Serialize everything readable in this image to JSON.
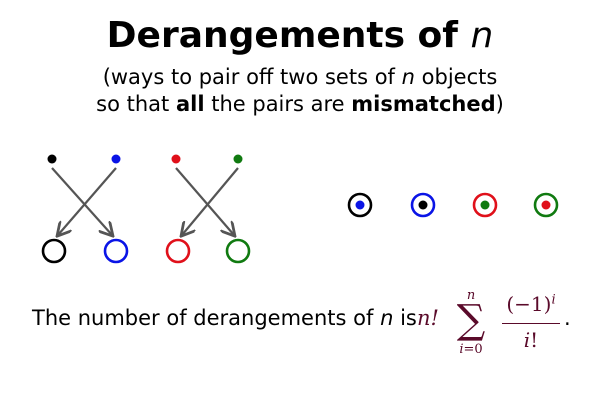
{
  "title": {
    "main": "Derangements of",
    "var": "n"
  },
  "subtitle": {
    "line1_pre": "(ways to pair off two sets of",
    "line1_var": "n",
    "line1_post": "objects",
    "line2_pre": "so that",
    "line2_bold1": "all",
    "line2_mid": "the pairs are",
    "line2_bold2": "mismatched",
    "line2_post": ")"
  },
  "formula": {
    "lead_pre": "The number of derangements of",
    "lead_var": "n",
    "lead_post": "is",
    "factorial": "n!",
    "sum_upper": "n",
    "sum_symbol": "∑",
    "sum_lower_var": "i",
    "sum_lower_rest": "=0",
    "numerator": "(−1)",
    "numerator_exp": "i",
    "denominator_var": "i",
    "denominator_rest": "!",
    "period": "."
  },
  "colors": {
    "black": "#000000",
    "blue": "#0a14e6",
    "red": "#e0101a",
    "green": "#107a10",
    "arrow": "#555555",
    "math": "#5a0a2a"
  },
  "diagram": {
    "objects": [
      {
        "name": "black",
        "color": "black"
      },
      {
        "name": "blue",
        "color": "blue"
      },
      {
        "name": "red",
        "color": "red"
      },
      {
        "name": "green",
        "color": "green"
      }
    ],
    "mapping": [
      1,
      0,
      3,
      2
    ],
    "pairs": [
      {
        "ring": "black",
        "dot": "blue"
      },
      {
        "ring": "blue",
        "dot": "black"
      },
      {
        "ring": "red",
        "dot": "green"
      },
      {
        "ring": "green",
        "dot": "red"
      }
    ]
  }
}
